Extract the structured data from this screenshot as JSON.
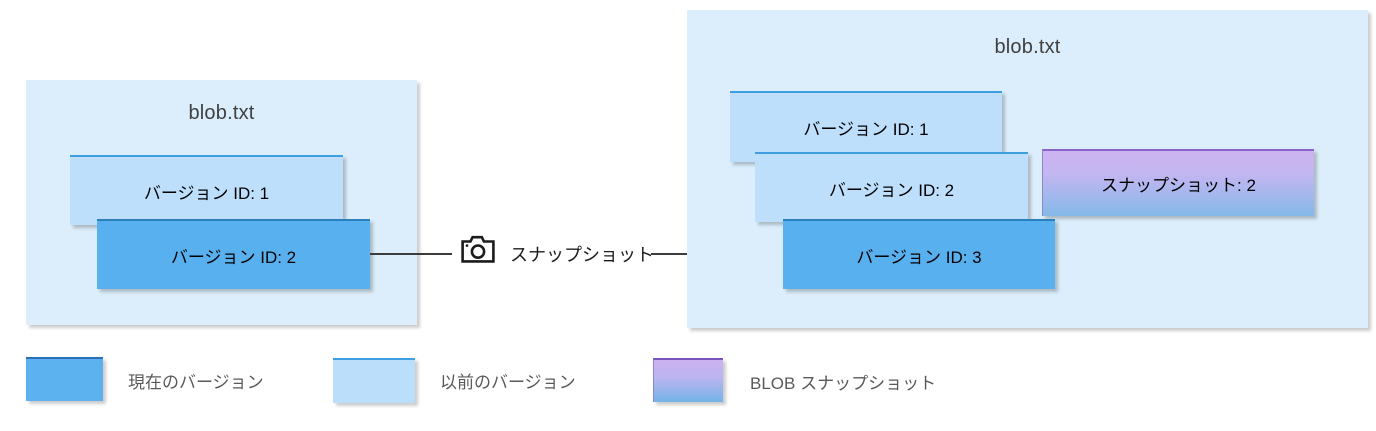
{
  "diagram": {
    "type": "blob-versioning-snapshot-diagram",
    "left_panel": {
      "title": "blob.txt",
      "boxes": [
        {
          "label": "バージョン ID: 1",
          "kind": "previous-version"
        },
        {
          "label": "バージョン ID: 2",
          "kind": "current-version"
        }
      ]
    },
    "middle": {
      "icon": "camera-icon",
      "label": "スナップショット"
    },
    "right_panel": {
      "title": "blob.txt",
      "boxes": [
        {
          "label": "バージョン ID: 1",
          "kind": "previous-version"
        },
        {
          "label": "バージョン ID: 2",
          "kind": "previous-version"
        },
        {
          "label": "バージョン ID: 3",
          "kind": "current-version"
        },
        {
          "label": "スナップショット: 2",
          "kind": "blob-snapshot"
        }
      ]
    },
    "legend": {
      "items": [
        {
          "label": "現在のバージョン",
          "kind": "current-version"
        },
        {
          "label": "以前のバージョン",
          "kind": "previous-version"
        },
        {
          "label": "BLOB スナップショット",
          "kind": "blob-snapshot"
        }
      ]
    },
    "colors": {
      "panel_background": "#dceefb",
      "current_version": "#59b0ef",
      "previous_version": "#bddffc",
      "snapshot_top": "#cdb4f0",
      "snapshot_bottom": "#84b9e8",
      "connector": "#3c3c3c",
      "legend_text": "#595959",
      "title_text": "#404040"
    }
  }
}
